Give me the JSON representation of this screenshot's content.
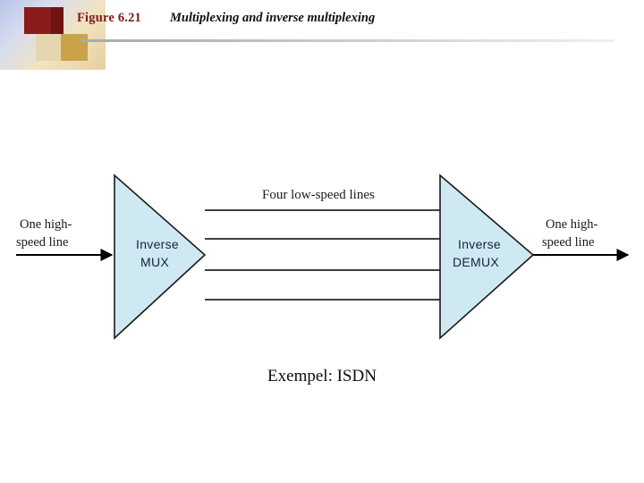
{
  "header": {
    "figure_label": "Figure 6.21",
    "figure_title": "Multiplexing and inverse multiplexing"
  },
  "diagram": {
    "left_caption_line1": "One high-",
    "left_caption_line2": "speed line",
    "right_caption_line1": "One high-",
    "right_caption_line2": "speed line",
    "middle_caption": "Four low-speed lines",
    "left_box_line1": "Inverse",
    "left_box_line2": "MUX",
    "right_box_line1": "Inverse",
    "right_box_line2": "DEMUX",
    "box_fill": "#cfe9f2",
    "box_stroke": "#1a1a1a",
    "line_color": "#000000"
  },
  "footer": {
    "note": "Exempel: ISDN"
  }
}
